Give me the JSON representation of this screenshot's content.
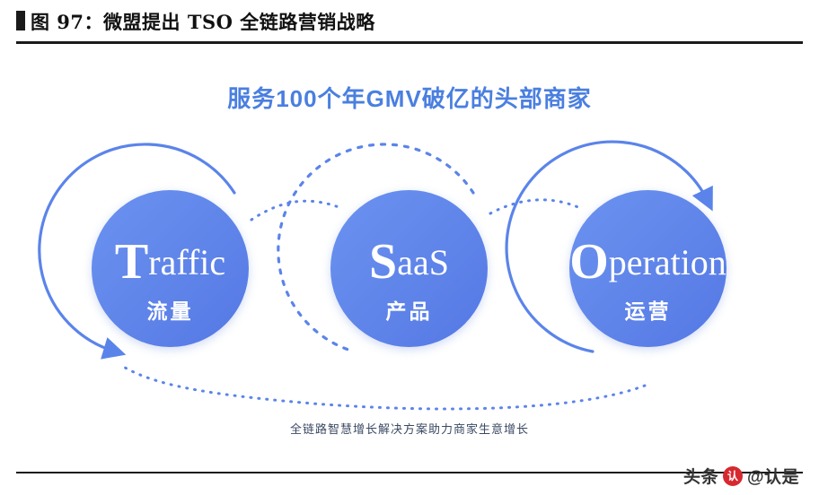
{
  "figure": {
    "title": "图 97：微盟提出 TSO 全链路营销战略"
  },
  "slide": {
    "heading": "服务100个年GMV破亿的头部商家",
    "caption": "全链路智慧增长解决方案助力商家生意增长",
    "accent_color": "#4a7fe0",
    "circle_color": "#5b84ea",
    "ring_color": "#5b84ea",
    "nodes": [
      {
        "initial": "T",
        "rest": "raffic",
        "cn": "流量"
      },
      {
        "initial": "S",
        "rest": "aaS",
        "cn": "产品"
      },
      {
        "initial": "O",
        "rest": "peration",
        "cn": "运营"
      }
    ]
  },
  "watermark": {
    "text": "头条",
    "badge": "认",
    "suffix": "@认是"
  }
}
